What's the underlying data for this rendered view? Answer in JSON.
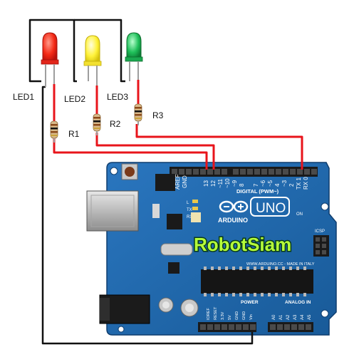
{
  "labels": {
    "led1": "LED1",
    "led2": "LED2",
    "led3": "LED3",
    "r1": "R1",
    "r2": "R2",
    "r3": "R3"
  },
  "board": {
    "brand": "ARDUINO",
    "model": "UNO",
    "overlay": "RobotSiam",
    "digital_label": "DIGITAL (PWM~)",
    "power_label": "POWER",
    "analog_label": "ANALOG IN",
    "website": "WWW.ARDUINO.CC - MADE IN ITALY",
    "aref": "AREF",
    "gnd": "GND",
    "reset": "RESET",
    "icsp": "ICSP",
    "on_label": "ON",
    "tx_label": "TX",
    "rx_label": "RX",
    "l_label": "L",
    "pin_13": "13",
    "pin_12": "12",
    "pin_11": "~11",
    "pin_10": "~10",
    "pin_9": "~9",
    "pin_8": "8",
    "pin_7": "7",
    "pin_6": "~6",
    "pin_5": "~5",
    "pin_4": "4",
    "pin_3": "~3",
    "pin_2": "2",
    "pin_tx1": "TX 1",
    "pin_rx0": "RX 0",
    "power_pins": [
      "IOREF",
      "RESET",
      "3.3V",
      "5V",
      "GND",
      "GND",
      "Vin"
    ],
    "analog_pins": [
      "A0",
      "A1",
      "A2",
      "A3",
      "A4",
      "A5"
    ]
  },
  "colors": {
    "board": "#1f63a6",
    "wire_red": "#e8141b",
    "wire_black": "#111111",
    "led_red": "#ff2a1a",
    "led_yellow": "#fff23a",
    "led_green": "#1fc05a",
    "overlay_text": "#b6ff3a"
  }
}
